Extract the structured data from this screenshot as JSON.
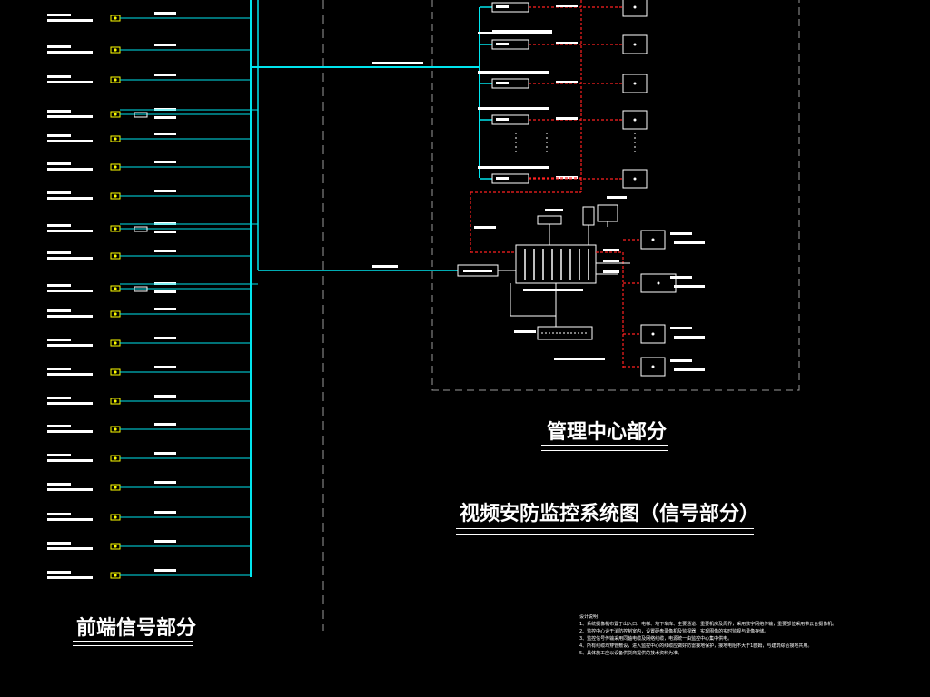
{
  "titles": {
    "front_section": "前端信号部分",
    "management_section": "管理中心部分",
    "system_title": "视频安防监控系统图（信号部分）"
  },
  "notes": [
    "设计说明：",
    "1、系统摄像机布置于出入口、电梯、地下车库、主要通道、重要机房及周界，采用数字网络传输，重要部位采用带云台摄像机。",
    "2、监控中心设于消防控制室内，设置硬盘录像机及监视器，实现图像的实时监视与录像存储。",
    "3、监控信号传输采用同轴电缆及网络线缆，电源统一由监控中心集中供电。",
    "4、所有线缆均穿管敷设，进入监控中心的线缆应做好防雷接地保护，接地电阻不大于1欧姆，与建筑综合接地共用。",
    "5、具体施工应以设备供货商提供的技术资料为准。"
  ],
  "colors": {
    "cyan": "#00e5ee",
    "red": "#ff2020",
    "white": "#ffffff",
    "yellow": "#ffff00",
    "grey": "#9a9a9a"
  }
}
